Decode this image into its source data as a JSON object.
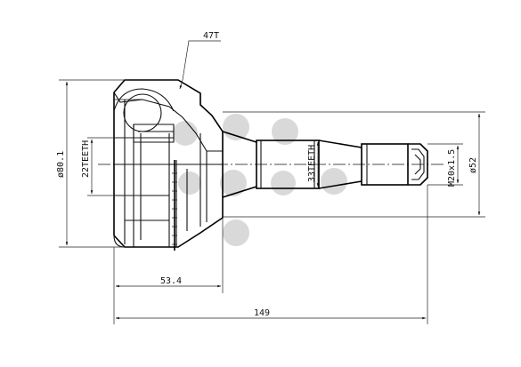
{
  "labels": {
    "abs_teeth": "47T",
    "outer_diameter": "ø80.1",
    "inner_spline": "22TEETH",
    "outer_spline": "33TEETH",
    "thread": "M20x1.5",
    "seal_diameter": "ø52",
    "bell_length": "53.4",
    "total_length": "149"
  },
  "colors": {
    "line": "#111111",
    "watermark": "#d9d9d9",
    "background": "#ffffff"
  }
}
